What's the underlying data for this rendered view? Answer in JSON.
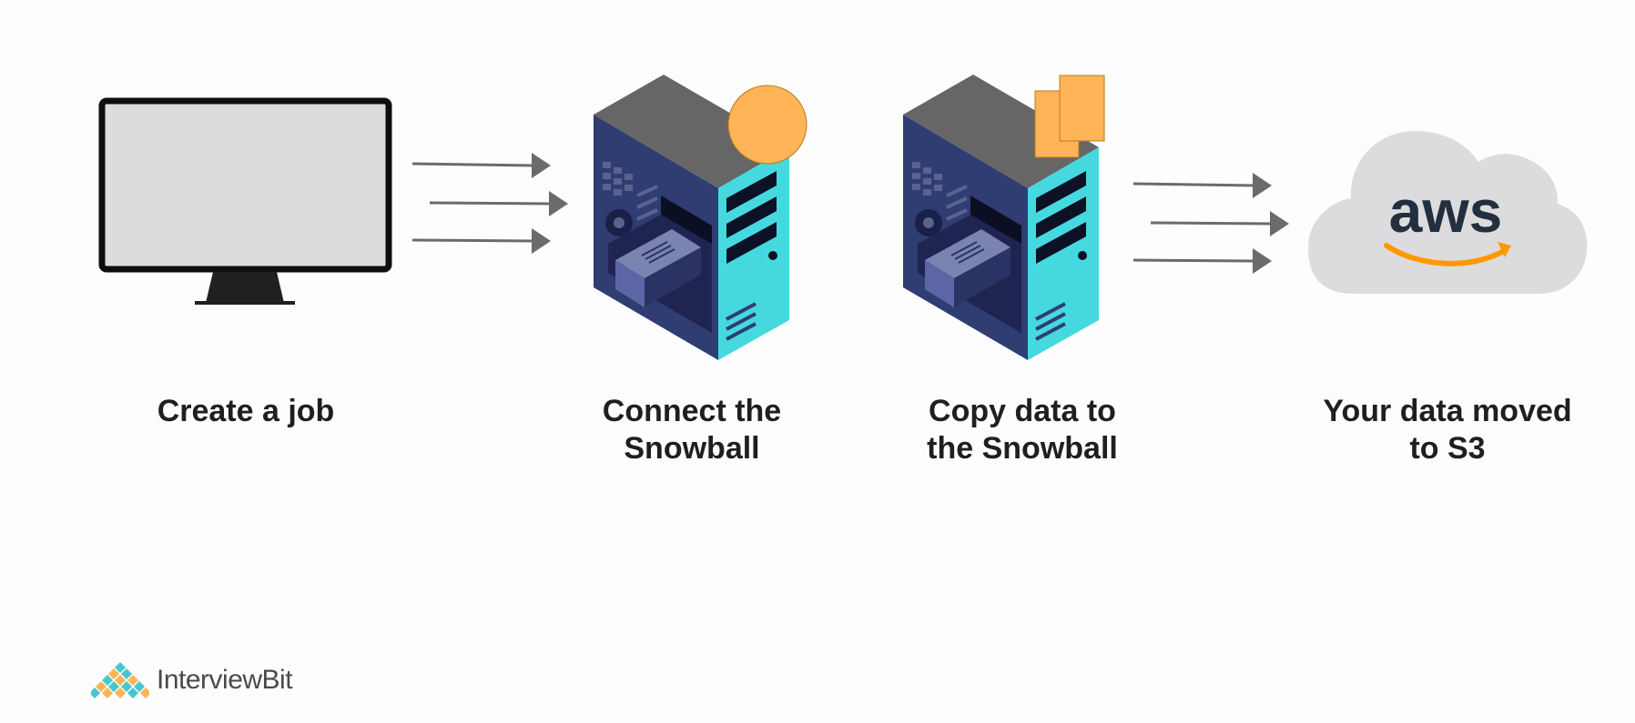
{
  "steps": [
    {
      "id": "create-job",
      "lines": [
        "Create a job"
      ]
    },
    {
      "id": "connect-snowball",
      "lines": [
        "Connect the",
        "Snowball"
      ]
    },
    {
      "id": "copy-data",
      "lines": [
        "Copy data to",
        "the Snowball"
      ]
    },
    {
      "id": "data-moved",
      "lines": [
        "Your data moved",
        "to S3"
      ]
    }
  ],
  "cloud": {
    "logo_text": "aws"
  },
  "brand": {
    "name": "InterviewBit"
  },
  "colors": {
    "arrow": "#6b6b6b",
    "server_front": "#2f3d73",
    "server_side": "#45d9df",
    "server_top": "#666666",
    "accent": "#ffb457",
    "cloud": "#dcdcde",
    "aws_text": "#232f3e",
    "aws_smile": "#ff9900"
  }
}
